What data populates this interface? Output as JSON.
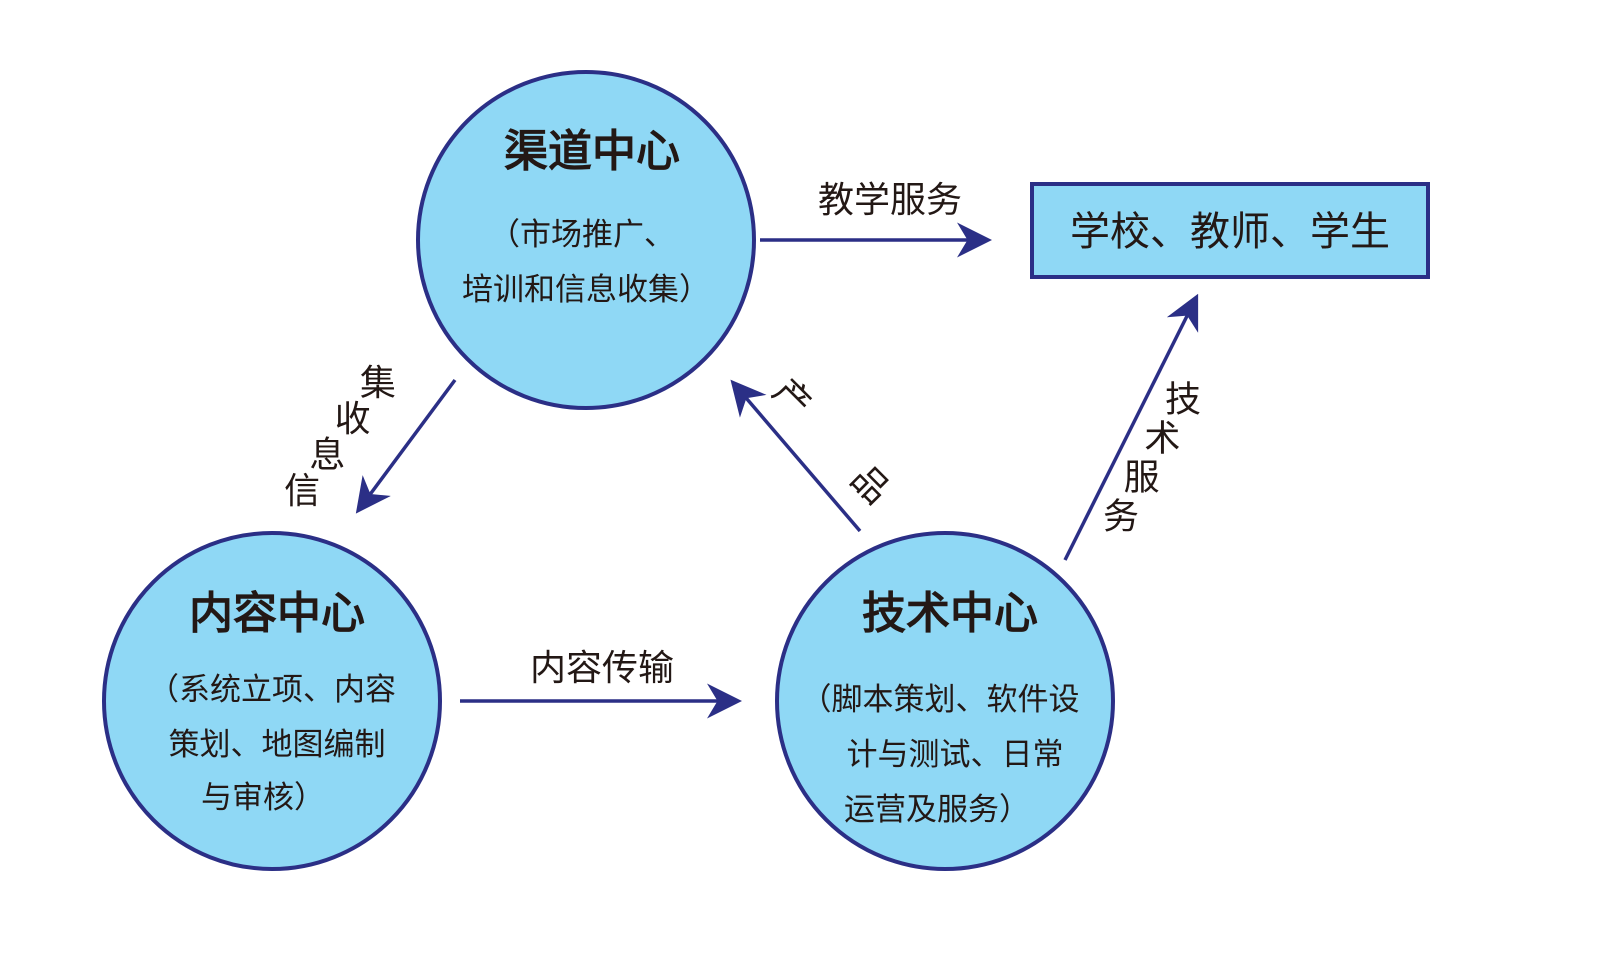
{
  "nodes": {
    "channel": {
      "title": "渠道中心",
      "desc": [
        "（市场推广、",
        "培训和信息收集）"
      ]
    },
    "content": {
      "title": "内容中心",
      "desc": [
        "（系统立项、内容",
        "策划、地图编制",
        "与审核）"
      ]
    },
    "tech": {
      "title": "技术中心",
      "desc": [
        "（脚本策划、软件设",
        "计与测试、日常",
        "运营及服务）"
      ]
    },
    "target": {
      "label": "学校、教师、学生"
    }
  },
  "edges": {
    "teaching_service": "教学服务",
    "content_transfer": "内容传输",
    "info_collect": [
      "信",
      "息",
      "收",
      "集"
    ],
    "product": [
      "产",
      "品"
    ],
    "tech_service": [
      "技",
      "术",
      "服",
      "务"
    ]
  },
  "colors": {
    "fill": "#8fd8f5",
    "stroke": "#2b2f86",
    "arrow": "#2b2f86",
    "text": "#231815"
  }
}
